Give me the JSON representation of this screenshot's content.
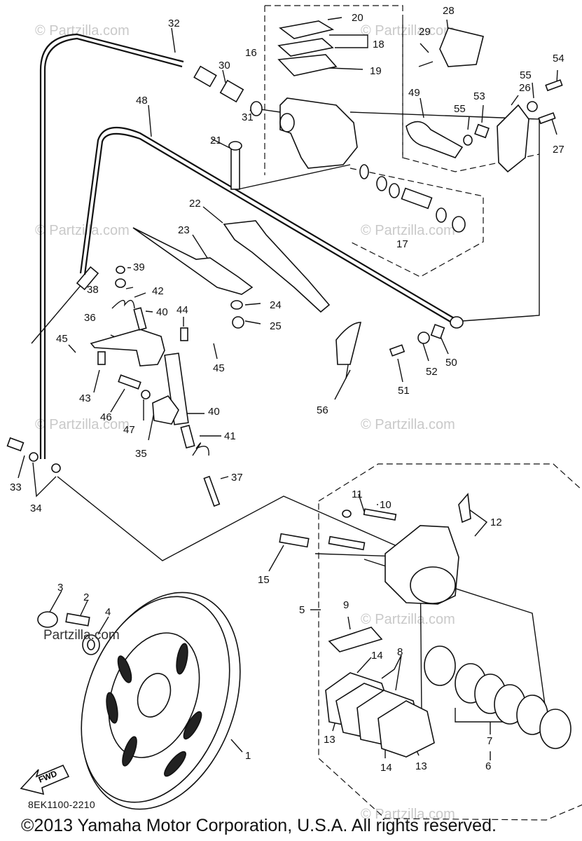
{
  "watermark": "© Partzilla.com",
  "inline_watermark": "Partzilla.com",
  "fwd_label": "FWD",
  "diagram_code": "8EK1100-2210",
  "copyright": "©2013 Yamaha Motor Corporation, U.S.A. All rights reserved.",
  "callouts": [
    "1",
    "2",
    "3",
    "4",
    "5",
    "6",
    "7",
    "8",
    "9",
    "10",
    "11",
    "12",
    "13",
    "13",
    "14",
    "14",
    "15",
    "16",
    "17",
    "18",
    "19",
    "20",
    "21",
    "22",
    "23",
    "24",
    "25",
    "26",
    "27",
    "28",
    "29",
    "30",
    "31",
    "32",
    "33",
    "34",
    "35",
    "36",
    "37",
    "38",
    "39",
    "40",
    "40",
    "41",
    "42",
    "43",
    "44",
    "45",
    "45",
    "46",
    "47",
    "48",
    "49",
    "50",
    "51",
    "52",
    "53",
    "54",
    "55",
    "55",
    "56"
  ]
}
